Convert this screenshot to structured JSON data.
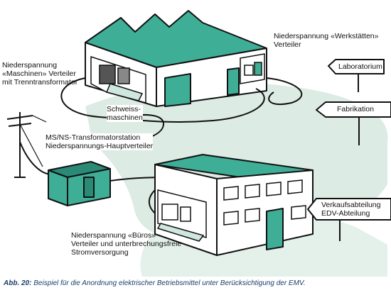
{
  "labels": {
    "maschinen": [
      "Niederspannung",
      "«Maschinen» Verteiler",
      "mit Trenntransformator"
    ],
    "werkstaetten": [
      "Niederspannung «Werkstätten»",
      "Verteiler"
    ],
    "schweiss": [
      "Schweiss-",
      "maschinen"
    ],
    "trafo": [
      "MS/NS-Transformatorstation",
      "Niederspannungs-Hauptverteiler"
    ],
    "bueros": [
      "Niederspannung «Büros»",
      "Verteiler und unterbrechungsfreie",
      "Stromversorgung"
    ],
    "verkauf": [
      "Verkaufsabteilung",
      "EDV-Abteilung"
    ]
  },
  "signs": {
    "laboratorium": "Laboratorium",
    "fabrikation": "Fabrikation"
  },
  "caption": {
    "number": "Abb. 20:",
    "text": "Beispiel für die Anordnung elektrischer Betriebsmittel unter Berücksichtigung der EMV."
  },
  "colors": {
    "teal": "#3fae96",
    "teal_dark": "#2a8a75",
    "ground": "#dcebe4",
    "caption_blue": "#1a3d6b"
  }
}
